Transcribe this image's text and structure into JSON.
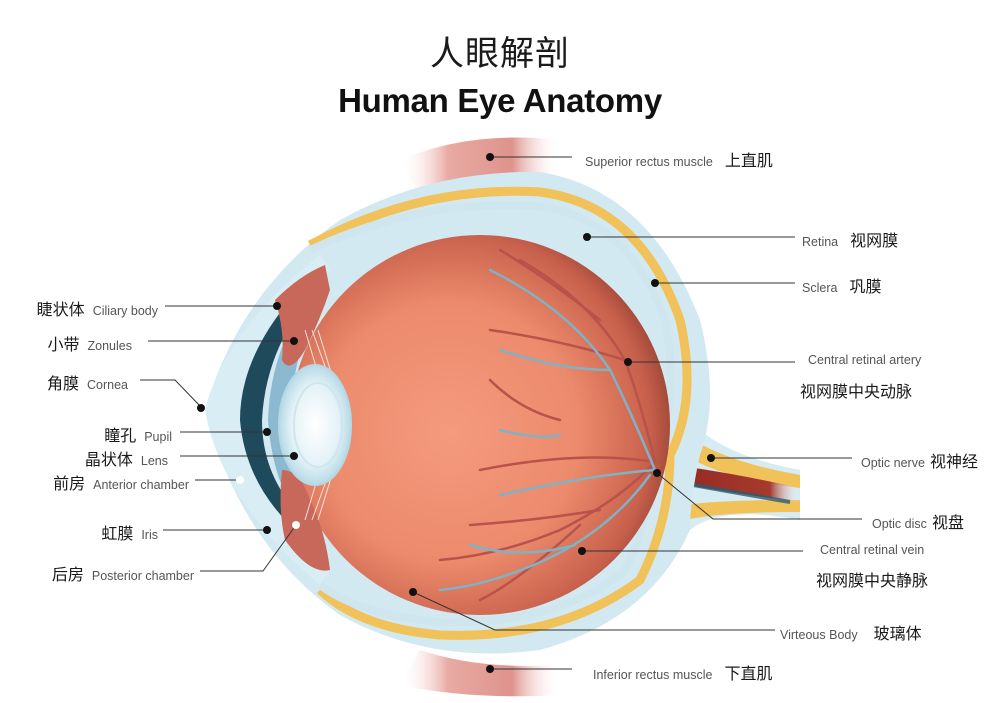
{
  "title": {
    "cn": "人眼解剖",
    "en": "Human Eye Anatomy"
  },
  "colors": {
    "background": "#ffffff",
    "vitreous": "#e8836a",
    "sclera_blue": "#cfe6ef",
    "retina_yellow": "#f1c15a",
    "cornea_dark": "#1f4a5c",
    "iris_blue": "#8cb9cf",
    "ciliary_pink": "#c8685a",
    "vessel_red": "#b8524a",
    "vessel_blue": "#7fb2c4",
    "optic_nerve": "#9a2a22",
    "muscle": "#d98078",
    "leader_line": "#333333"
  },
  "labels": {
    "right": [
      {
        "id": "superior-rectus",
        "en": "Superior rectus muscle",
        "cn": "上直肌"
      },
      {
        "id": "retina",
        "en": "Retina",
        "cn": "视网膜"
      },
      {
        "id": "sclera",
        "en": "Sclera",
        "cn": "巩膜"
      },
      {
        "id": "central-retinal-artery",
        "en": "Central retinal artery",
        "cn": "视网膜中央动脉"
      },
      {
        "id": "optic-nerve",
        "en": "Optic nerve",
        "cn": "视神经"
      },
      {
        "id": "optic-disc",
        "en": "Optic disc",
        "cn": "视盘"
      },
      {
        "id": "central-retinal-vein",
        "en": "Central retinal vein",
        "cn": "视网膜中央静脉"
      },
      {
        "id": "vitreous-body",
        "en": "Virteous Body",
        "cn": "玻璃体"
      },
      {
        "id": "inferior-rectus",
        "en": "Inferior rectus muscle",
        "cn": "下直肌"
      }
    ],
    "left": [
      {
        "id": "ciliary-body",
        "en": "Ciliary body",
        "cn": "睫状体"
      },
      {
        "id": "zonules",
        "en": "Zonules",
        "cn": "小带"
      },
      {
        "id": "cornea",
        "en": "Cornea",
        "cn": "角膜"
      },
      {
        "id": "pupil",
        "en": "Pupil",
        "cn": "瞳孔"
      },
      {
        "id": "lens",
        "en": "Lens",
        "cn": "晶状体"
      },
      {
        "id": "anterior-chamber",
        "en": "Anterior chamber",
        "cn": "前房"
      },
      {
        "id": "iris",
        "en": "Iris",
        "cn": "虹膜"
      },
      {
        "id": "posterior-chamber",
        "en": "Posterior chamber",
        "cn": "后房"
      }
    ]
  }
}
